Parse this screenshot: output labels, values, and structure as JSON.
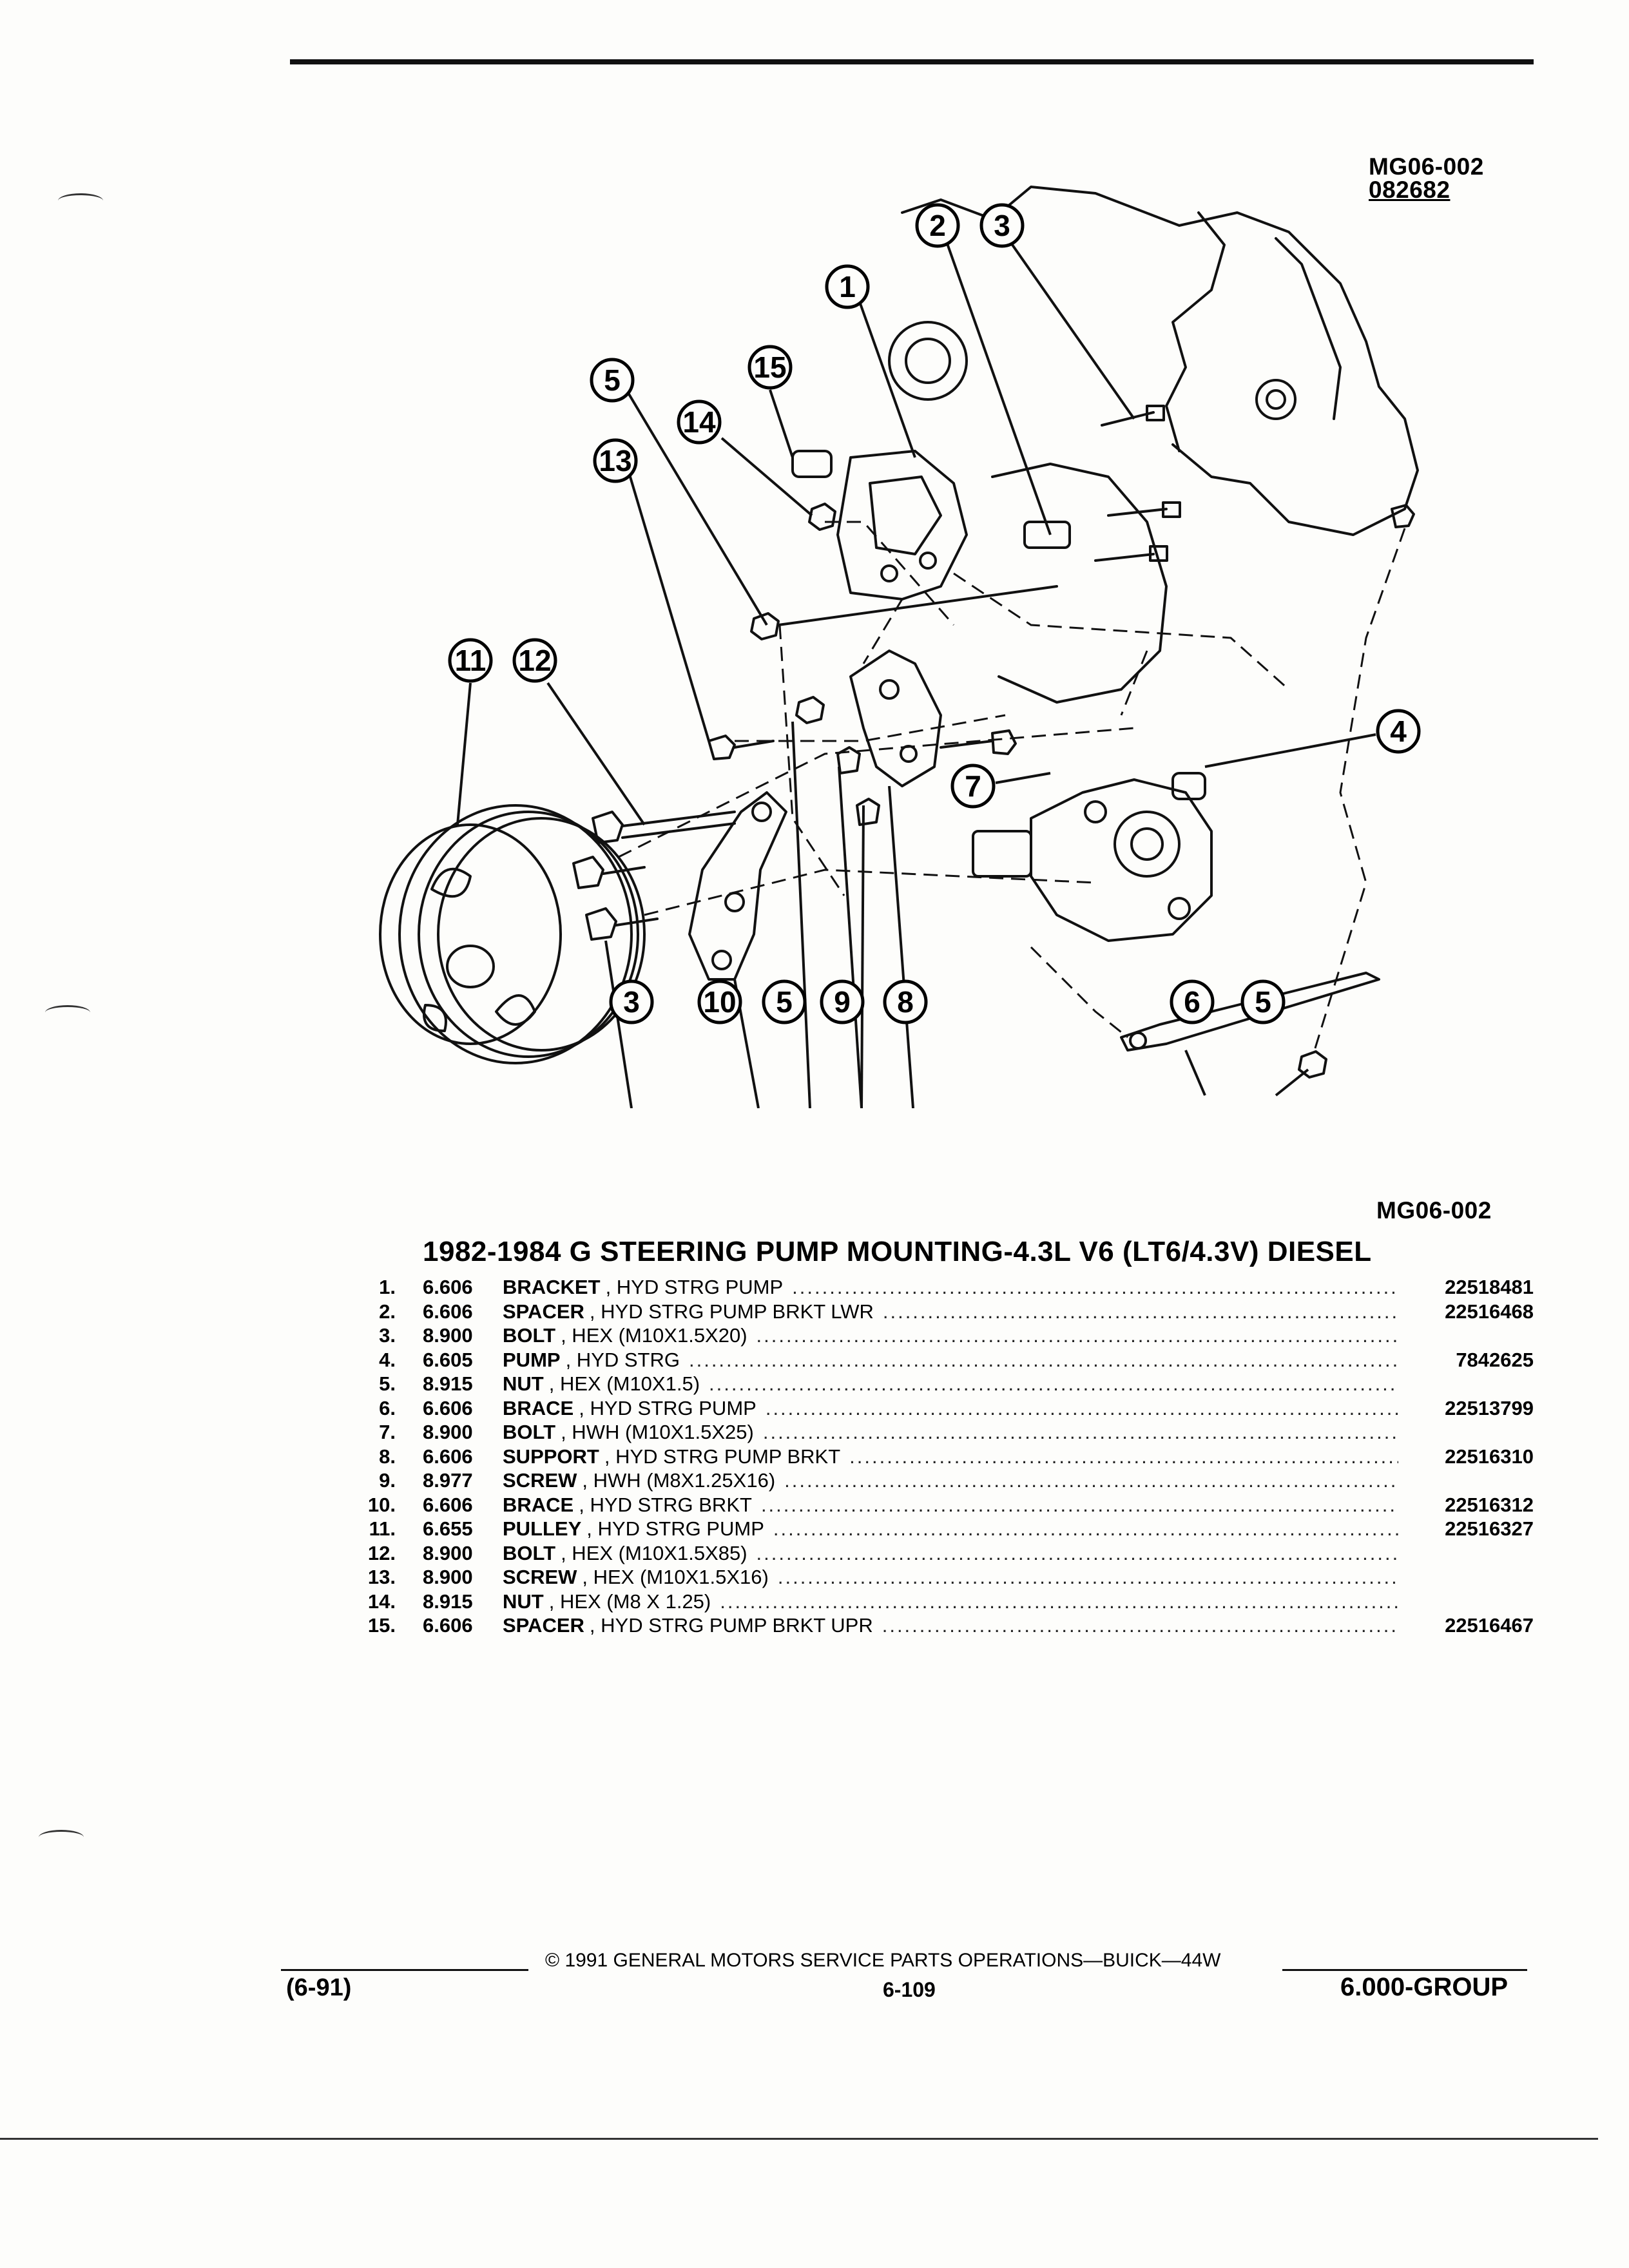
{
  "figure": {
    "id_top": "MG06-002",
    "id_number": "082682",
    "id_bottom": "MG06-002"
  },
  "callouts": [
    "1",
    "2",
    "3",
    "4",
    "5",
    "6",
    "7",
    "8",
    "9",
    "10",
    "11",
    "12",
    "13",
    "14",
    "15"
  ],
  "title": "1982-1984 G STEERING PUMP MOUNTING-4.3L V6 (LT6/4.3V) DIESEL",
  "parts": [
    {
      "num": "1.",
      "code": "6.606",
      "name": "BRACKET",
      "spec": ", HYD STRG PUMP",
      "pn": "22518481"
    },
    {
      "num": "2.",
      "code": "6.606",
      "name": "SPACER",
      "spec": ", HYD STRG PUMP BRKT LWR",
      "pn": "22516468"
    },
    {
      "num": "3.",
      "code": "8.900",
      "name": "BOLT",
      "spec": ", HEX (M10X1.5X20)",
      "pn": ""
    },
    {
      "num": "4.",
      "code": "6.605",
      "name": "PUMP",
      "spec": ", HYD STRG",
      "pn": "7842625"
    },
    {
      "num": "5.",
      "code": "8.915",
      "name": "NUT",
      "spec": ", HEX (M10X1.5)",
      "pn": ""
    },
    {
      "num": "6.",
      "code": "6.606",
      "name": "BRACE",
      "spec": ", HYD STRG PUMP",
      "pn": "22513799"
    },
    {
      "num": "7.",
      "code": "8.900",
      "name": "BOLT",
      "spec": ", HWH (M10X1.5X25)",
      "pn": ""
    },
    {
      "num": "8.",
      "code": "6.606",
      "name": "SUPPORT",
      "spec": ", HYD STRG PUMP BRKT",
      "pn": "22516310"
    },
    {
      "num": "9.",
      "code": "8.977",
      "name": "SCREW",
      "spec": ", HWH (M8X1.25X16)",
      "pn": ""
    },
    {
      "num": "10.",
      "code": "6.606",
      "name": "BRACE",
      "spec": ", HYD STRG BRKT",
      "pn": "22516312"
    },
    {
      "num": "11.",
      "code": "6.655",
      "name": "PULLEY",
      "spec": ", HYD STRG PUMP",
      "pn": "22516327"
    },
    {
      "num": "12.",
      "code": "8.900",
      "name": "BOLT",
      "spec": ", HEX (M10X1.5X85)",
      "pn": ""
    },
    {
      "num": "13.",
      "code": "8.900",
      "name": "SCREW",
      "spec": ", HEX (M10X1.5X16)",
      "pn": ""
    },
    {
      "num": "14.",
      "code": "8.915",
      "name": "NUT",
      "spec": ", HEX (M8 X 1.25)",
      "pn": ""
    },
    {
      "num": "15.",
      "code": "6.606",
      "name": "SPACER",
      "spec": ", HYD STRG PUMP BRKT UPR",
      "pn": "22516467"
    }
  ],
  "footer": {
    "copyright": "© 1991 GENERAL MOTORS SERVICE PARTS OPERATIONS—BUICK—44W",
    "page": "6-109",
    "date": "(6-91)",
    "group": "6.000-GROUP"
  }
}
